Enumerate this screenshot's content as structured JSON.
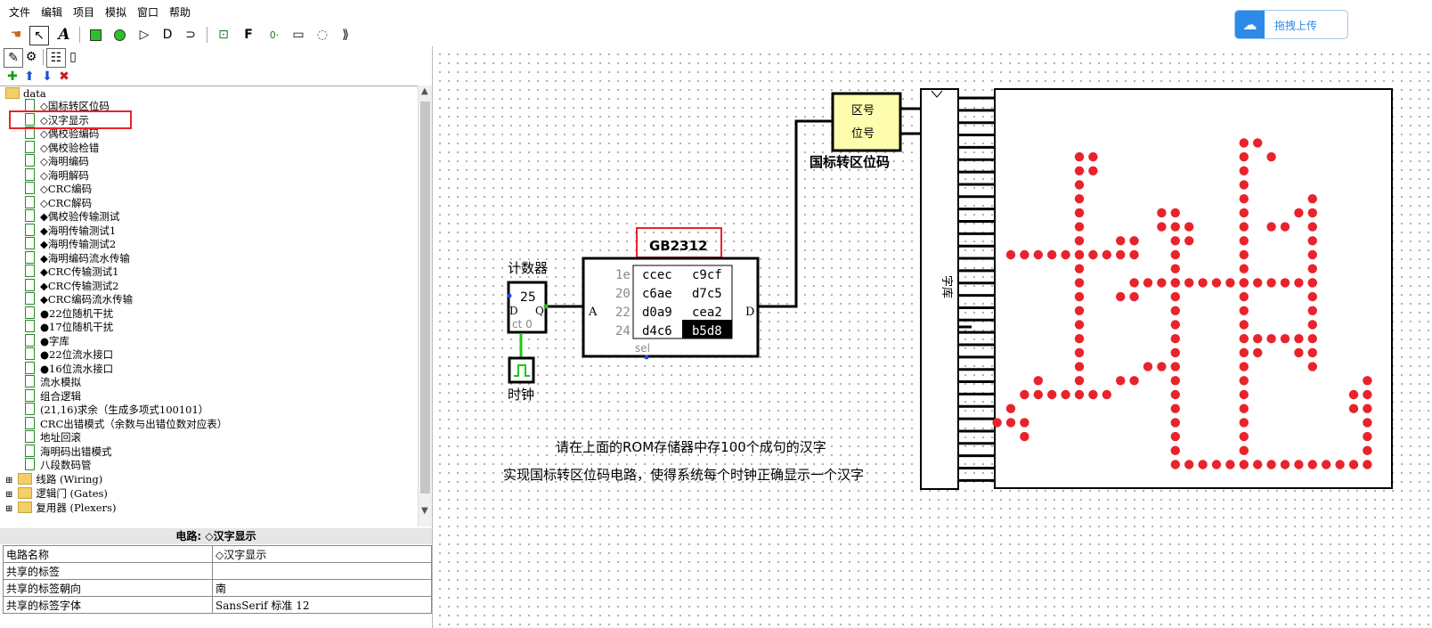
{
  "menu": [
    "文件",
    "编辑",
    "项目",
    "模拟",
    "窗口",
    "帮助"
  ],
  "upload": {
    "label": "拖拽上传",
    "icon": "cloud-icon"
  },
  "tree": {
    "root": "data",
    "items": [
      "◇国标转区位码",
      "◇汉字显示",
      "◇偶校验编码",
      "◇偶校验检错",
      "◇海明编码",
      "◇海明解码",
      "◇CRC编码",
      "◇CRC解码",
      "◆偶校验传输测试",
      "◆海明传输测试1",
      "◆海明传输测试2",
      "◆海明编码流水传输",
      "◆CRC传输测试1",
      "◆CRC传输测试2",
      "◆CRC编码流水传输",
      "●22位随机干扰",
      "●17位随机干扰",
      "●字库",
      "●22位流水接口",
      "●16位流水接口",
      "流水模拟",
      "组合逻辑",
      "(21,16)求余（生成多项式100101）",
      "CRC出错模式（余数与出错位数对应表）",
      "地址回滚",
      "海明码出错模式",
      "八段数码管"
    ],
    "folders": [
      "线路 (Wiring)",
      "逻辑门 (Gates)",
      "复用器 (Plexers)"
    ]
  },
  "properties": {
    "title": "电路: ◇汉字显示",
    "rows": [
      {
        "key": "电路名称",
        "value": "◇汉字显示"
      },
      {
        "key": "共享的标签",
        "value": ""
      },
      {
        "key": "共享的标签朝向",
        "value": "南"
      },
      {
        "key": "共享的标签字体",
        "value": "SansSerif 标准 12"
      }
    ]
  },
  "circuit": {
    "counter": {
      "label": "计数器",
      "value": "25",
      "pin_d": "D",
      "pin_q": "Q",
      "pin_ct": "ct 0"
    },
    "clock": {
      "label": "时钟"
    },
    "rom": {
      "title": "GB2312",
      "addr_pin": "A",
      "data_pin": "D",
      "sel_pin": "sel",
      "rows": [
        {
          "addr": "1e",
          "v1": "ccec",
          "v2": "c9cf"
        },
        {
          "addr": "20",
          "v1": "c6ae",
          "v2": "d7c5"
        },
        {
          "addr": "22",
          "v1": "d0a9",
          "v2": "cea2"
        },
        {
          "addr": "24",
          "v1": "d4c6",
          "v2": "b5d8"
        }
      ]
    },
    "converter": {
      "line1": "区号",
      "line2": "位号",
      "caption": "国标转区位码"
    },
    "font_lib": {
      "label": "字库"
    },
    "instructions": [
      "请在上面的ROM存储器中存100个成句的汉字",
      "实现国标转区位码电路，使得系统每个时钟正确显示一个汉字"
    ],
    "led_color": "#e8232b",
    "highlight_color": "#e8232b"
  }
}
